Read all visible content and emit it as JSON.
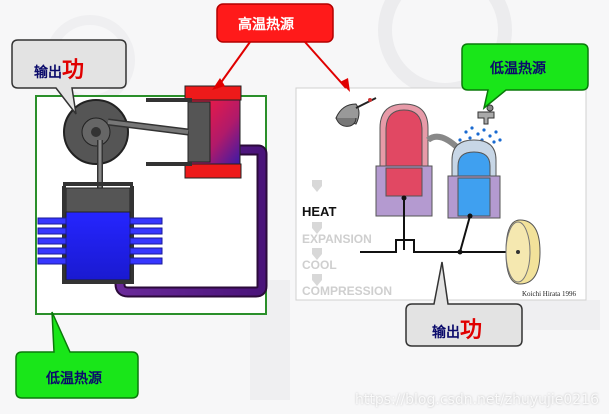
{
  "heat_source_high": "高温热源",
  "output_work_left": {
    "prefix": "输出",
    "emphasis": "功"
  },
  "heat_source_low_left": "低温热源",
  "heat_source_low_right": "低温热源",
  "output_work_right": {
    "prefix": "输出",
    "emphasis": "功"
  },
  "cycle_steps": [
    "HEAT",
    "EXPANSION",
    "COOL",
    "COMPRESSION"
  ],
  "active_step": "HEAT",
  "credit": "Koichi Hirata 1996",
  "watermark": "https://blog.csdn.net/zhuyujie0216",
  "colors": {
    "callout_red": "#ff1a1a",
    "callout_green": "#19e619",
    "callout_grey": "#e3e3e3",
    "hot": "#e8435f",
    "cold": "#4aa8f0",
    "displacer_blue": "#2a2aff",
    "pipe_purple": "#5a1a7a"
  }
}
